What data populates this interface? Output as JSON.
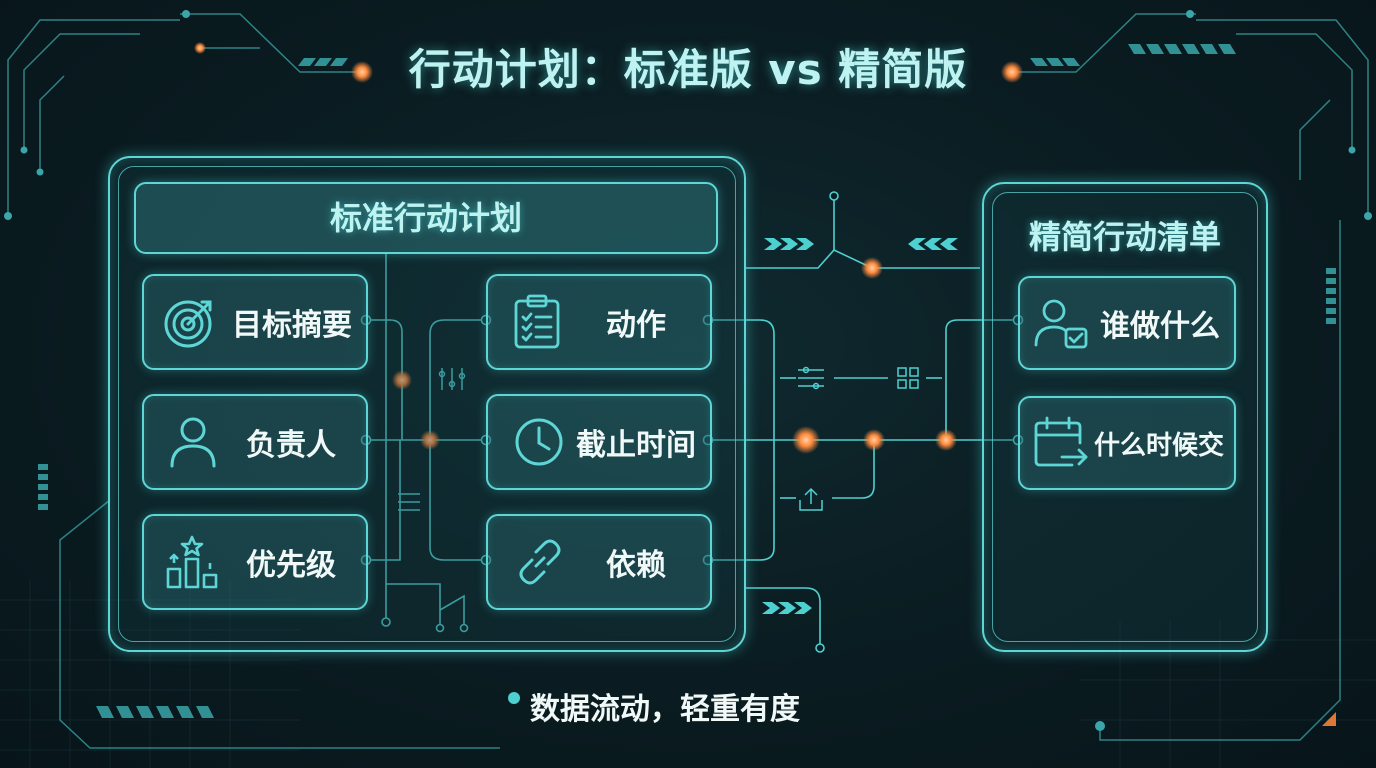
{
  "title": "行动计划：标准版 vs 精简版",
  "standard_panel": {
    "header": "标准行动计划",
    "left_items": [
      {
        "label": "目标摘要",
        "icon": "target-icon"
      },
      {
        "label": "负责人",
        "icon": "person-icon"
      },
      {
        "label": "优先级",
        "icon": "priority-bars-icon"
      }
    ],
    "right_items": [
      {
        "label": "动作",
        "icon": "clipboard-checklist-icon"
      },
      {
        "label": "截止时间",
        "icon": "clock-icon"
      },
      {
        "label": "依赖",
        "icon": "link-icon"
      }
    ]
  },
  "lite_panel": {
    "header": "精简行动清单",
    "items": [
      {
        "label": "谁做什么",
        "icon": "user-check-icon"
      },
      {
        "label": "什么时候交",
        "icon": "calendar-arrow-icon"
      }
    ]
  },
  "footer": "数据流动，轻重有度",
  "colors": {
    "accent": "#5fd6d6",
    "glow_orange": "#ff8a3d",
    "text_light": "#f1f8f8",
    "background": "#0b1e23"
  }
}
